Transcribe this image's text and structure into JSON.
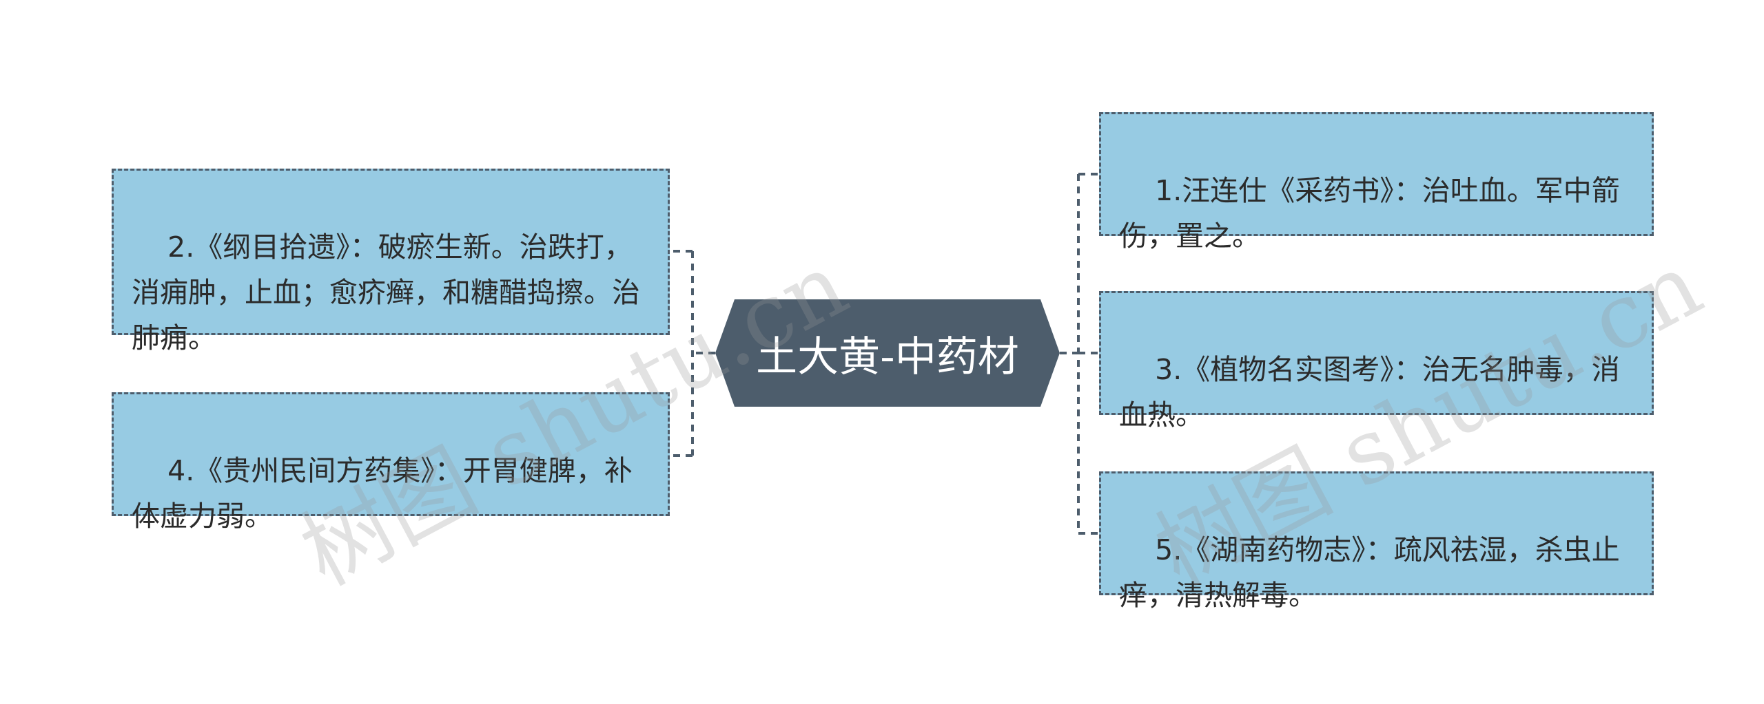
{
  "colors": {
    "center_fill": "#4d5d6c",
    "node_fill": "#97cbe3",
    "connector": "#4d5d6c"
  },
  "center": {
    "label": "土大黄-中药材"
  },
  "nodes": {
    "n1": "1.汪连仕《采药书》：治吐血。军中箭伤，置之。",
    "n2": "2.《纲目拾遗》：破瘀生新。治跌打，消痈肿，止血；愈疥癣，和糖醋捣擦。治肺痈。",
    "n3": "3.《植物名实图考》：治无名肿毒，消血热。",
    "n4": "4.《贵州民间方药集》：开胃健脾，补体虚力弱。",
    "n5": "5.《湖南药物志》：疏风祛湿，杀虫止痒，清热解毒。"
  },
  "watermark": {
    "text": "树图 shutu.cn"
  }
}
